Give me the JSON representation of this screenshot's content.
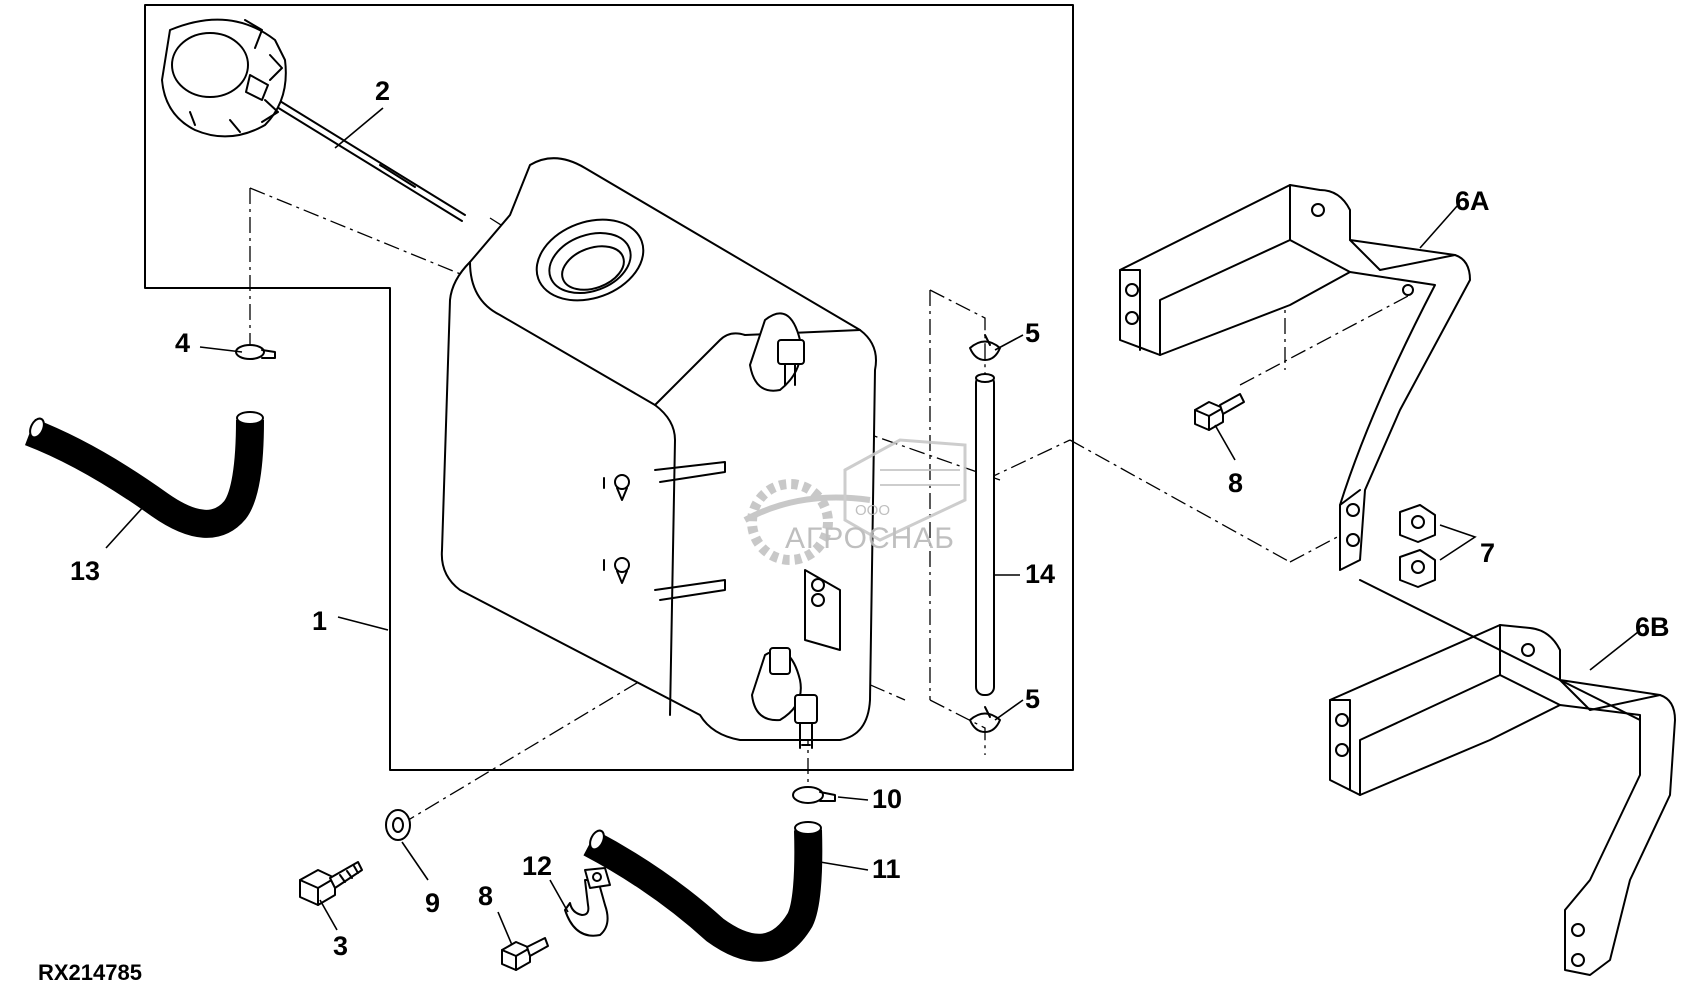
{
  "figure_code": "RX214785",
  "labels": {
    "l1": "1",
    "l2": "2",
    "l3": "3",
    "l4": "4",
    "l5a": "5",
    "l5b": "5",
    "l6a": "6A",
    "l6b": "6B",
    "l7": "7",
    "l8a": "8",
    "l8b": "8",
    "l9": "9",
    "l10": "10",
    "l11": "11",
    "l12": "12",
    "l13": "13",
    "l14": "14"
  },
  "watermark": {
    "line1": "ООО",
    "line2": "АГРОСНАБ"
  },
  "colors": {
    "line": "#000000",
    "watermark": "#b9b9b9",
    "background": "#ffffff"
  }
}
